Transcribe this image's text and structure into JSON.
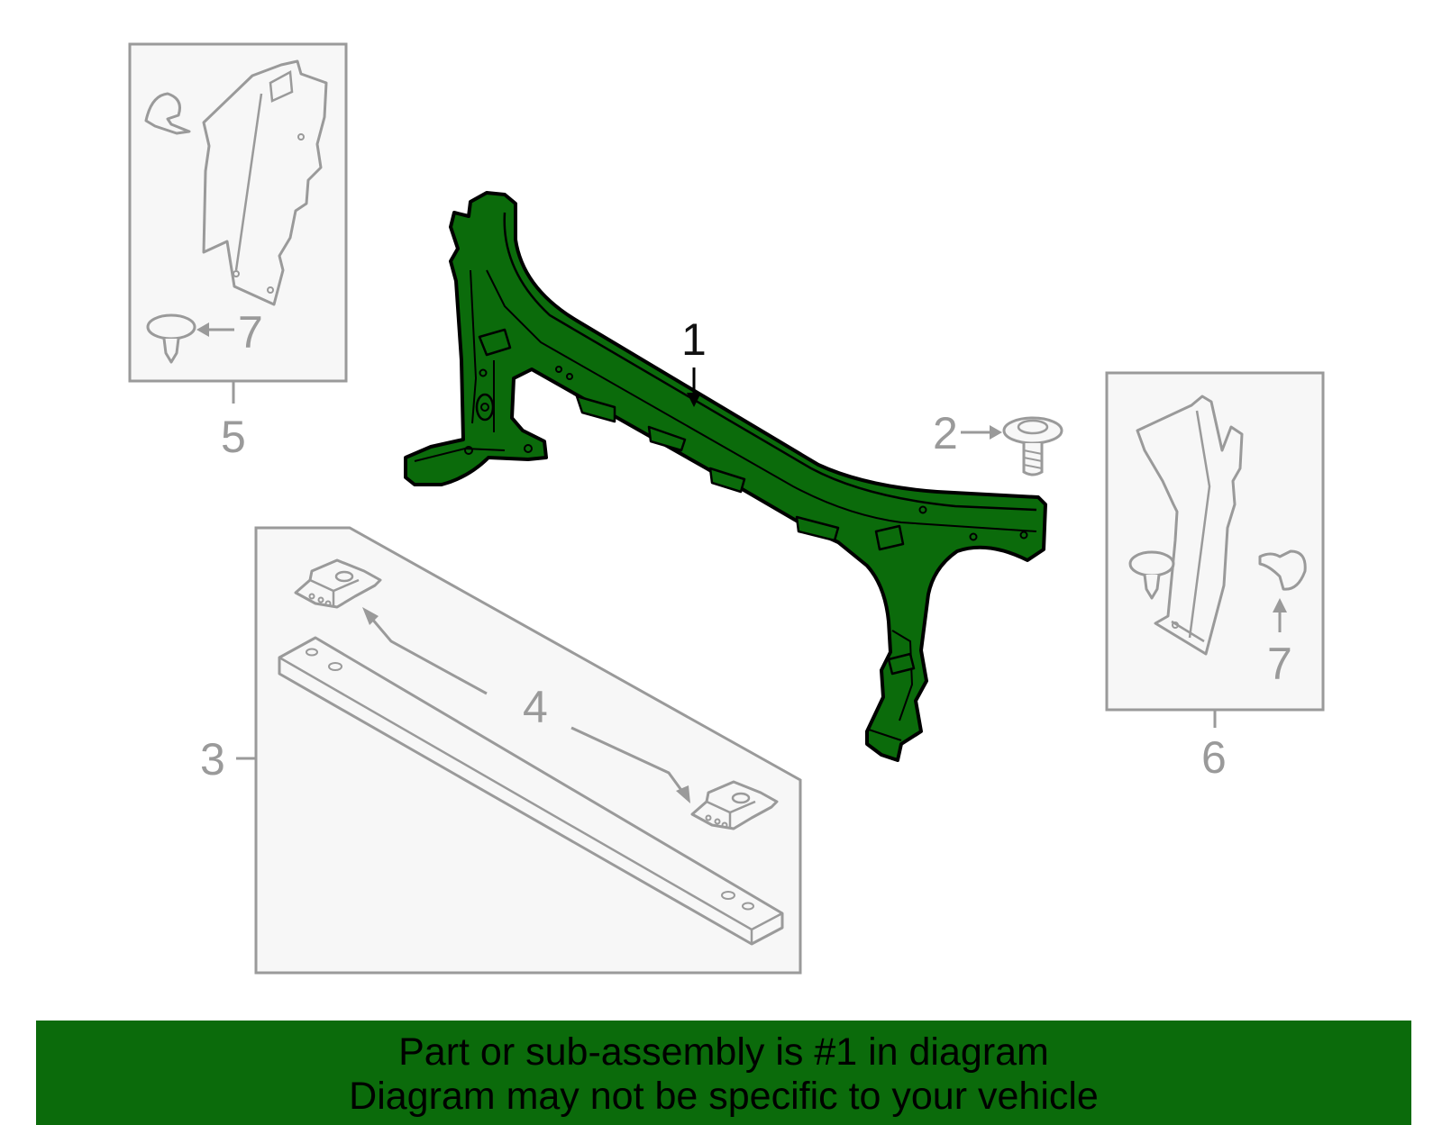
{
  "callouts": {
    "c1": "1",
    "c2": "2",
    "c3": "3",
    "c4": "4",
    "c5": "5",
    "c6": "6",
    "c7_left": "7",
    "c7_right": "7"
  },
  "banner": {
    "line1": "Part or sub-assembly is #1 in diagram",
    "line2": "Diagram may not be specific to your vehicle"
  },
  "colors": {
    "highlight_part": "#0b6b0b",
    "banner": "#0b6b0b",
    "inactive_line": "#9a9a9a",
    "box_fill": "#f7f7f7"
  },
  "highlighted_part": "1"
}
